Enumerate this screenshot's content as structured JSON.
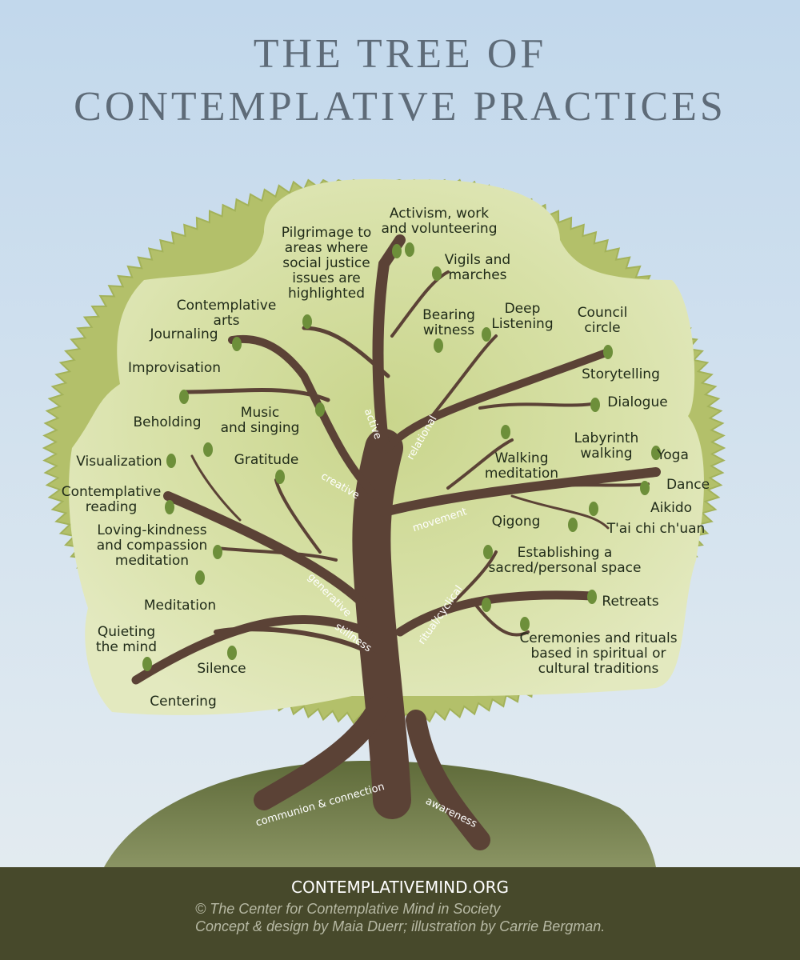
{
  "title": {
    "line1": "THE TREE OF",
    "line2": "CONTEMPLATIVE PRACTICES"
  },
  "branches": {
    "active": "active",
    "relational": "relational",
    "creative": "creative",
    "movement": "movement",
    "generative": "generative",
    "stillness": "stillness",
    "ritual": "ritual/cyclical",
    "communion": "communion & connection",
    "awareness": "awareness"
  },
  "practices": {
    "activism": "Activism, work\nand volunteering",
    "pilgrimage": "Pilgrimage to\nareas where\nsocial justice\nissues are\nhighlighted",
    "vigils": "Vigils and\nmarches",
    "bearing_witness": "Bearing\nwitness",
    "deep_listening": "Deep\nListening",
    "council_circle": "Council\ncircle",
    "storytelling": "Storytelling",
    "dialogue": "Dialogue",
    "contemplative_arts": "Contemplative\narts",
    "journaling": "Journaling",
    "improvisation": "Improvisation",
    "music": "Music\nand singing",
    "beholding": "Beholding",
    "visualization": "Visualization",
    "gratitude": "Gratitude",
    "contemplative_reading": "Contemplative\nreading",
    "loving_kindness": "Loving-kindness\nand compassion\nmeditation",
    "meditation": "Meditation",
    "quieting": "Quieting\nthe mind",
    "silence": "Silence",
    "centering": "Centering",
    "labyrinth": "Labyrinth\nwalking",
    "yoga": "Yoga",
    "walking_meditation": "Walking\nmeditation",
    "dance": "Dance",
    "aikido": "Aikido",
    "qigong": "Qigong",
    "taichi": "T'ai chi ch'uan",
    "sacred_space": "Establishing a\nsacred/personal space",
    "retreats": "Retreats",
    "ceremonies": "Ceremonies and rituals\nbased in spiritual or\ncultural traditions"
  },
  "footer": {
    "site": "CONTEMPLATIVEMIND.ORG",
    "credit1": "© The Center for Contemplative Mind in Society",
    "credit2": "Concept & design by Maia Duerr; illustration by Carrie Bergman."
  },
  "colors": {
    "sky_top": "#c6daec",
    "sky_bottom": "#e3ecf2",
    "canopy": "#d5dea0",
    "canopy_edge": "#aab860",
    "trunk": "#5b4236",
    "hill": "#6f7a48",
    "footer": "#47492b"
  }
}
